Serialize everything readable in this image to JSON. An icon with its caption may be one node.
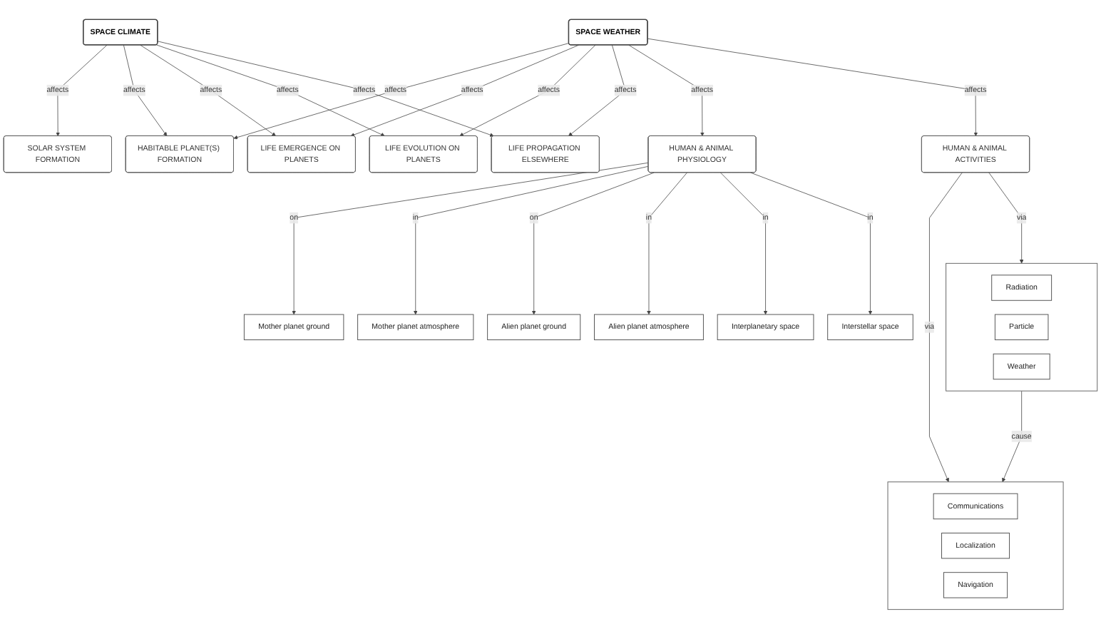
{
  "diagram": {
    "nodes": [
      {
        "text": [
          "SPACE CLIMATE"
        ]
      },
      {
        "text": [
          "SOLAR SYSTEM FORMATION"
        ]
      },
      {
        "text": [
          "HABITABLE PLANET(S) FORMATION"
        ]
      },
      {
        "text": [
          "LIFE EMERGENCE ON PLANETS"
        ]
      },
      {
        "text": [
          "LIFE EVOLUTION ON PLANETS"
        ]
      },
      {
        "text": [
          "LIFE PROPAGATION ELSEWHERE"
        ]
      },
      {
        "text": [
          "Mother planet ground"
        ]
      },
      {
        "text": [
          "Mother planet atmosphere"
        ]
      },
      {
        "text": [
          "Alien planet ground"
        ]
      },
      {
        "text": [
          "Alien planet atmosphere"
        ]
      },
      {
        "text": [
          "Interplanetary space"
        ]
      },
      {
        "text": [
          "Interstellar space"
        ]
      },
      {
        "text": [
          "SPACE WEATHER"
        ]
      },
      {
        "text": [
          "HUMAN & ANIMAL PHYSIOLOGY"
        ]
      },
      {
        "text": [
          "HUMAN & ANIMAL ACTIVITIES"
        ]
      },
      {
        "text": [],
        "shape": "box"
      },
      {
        "text": [
          "Communications"
        ],
        "in": 15
      },
      {
        "text": [
          "Localization"
        ],
        "in": 15
      },
      {
        "text": [
          "Navigation"
        ],
        "in": 15
      },
      {
        "text": [],
        "shape": "box"
      },
      {
        "text": [
          "Radiation"
        ],
        "in": 19
      },
      {
        "text": [
          "Particle"
        ],
        "in": 19
      },
      {
        "text": [
          "Weather"
        ],
        "in": 19
      }
    ],
    "edges": [
      {
        "from": 0,
        "to": 1,
        "arrow": "to",
        "label": "affects"
      },
      {
        "from": 0,
        "to": 2,
        "arrow": "to",
        "label": "affects"
      },
      {
        "from": 0,
        "to": 3,
        "arrow": "to",
        "label": "affects"
      },
      {
        "from": 0,
        "to": 4,
        "arrow": "to",
        "label": "affects"
      },
      {
        "from": 0,
        "to": 5,
        "arrow": "to",
        "label": "affects"
      },
      {
        "from": 12,
        "to": 2,
        "arrow": "to",
        "label": "affects"
      },
      {
        "from": 12,
        "to": 3,
        "arrow": "to",
        "label": "affects"
      },
      {
        "from": 12,
        "to": 4,
        "arrow": "to",
        "label": "affects"
      },
      {
        "from": 12,
        "to": 5,
        "arrow": "to",
        "label": "affects"
      },
      {
        "from": 12,
        "to": 13,
        "arrow": "to",
        "label": "affects"
      },
      {
        "from": 12,
        "to": 14,
        "arrow": "to",
        "label": "affects"
      },
      {
        "from": 13,
        "to": 6,
        "arrow": "to",
        "label": "on"
      },
      {
        "from": 13,
        "to": 7,
        "arrow": "to",
        "label": "in"
      },
      {
        "from": 13,
        "to": 8,
        "arrow": "to",
        "label": "on"
      },
      {
        "from": 13,
        "to": 9,
        "arrow": "to",
        "label": "in"
      },
      {
        "from": 13,
        "to": 10,
        "arrow": "to",
        "label": "in"
      },
      {
        "from": 13,
        "to": 11,
        "arrow": "to",
        "label": "in"
      },
      {
        "from": 14,
        "to": 15,
        "arrow": "to",
        "label": "via"
      },
      {
        "from": 14,
        "to": 19,
        "arrow": "to",
        "label": "via"
      },
      {
        "from": 19,
        "to": 15,
        "arrow": "to",
        "label": "cause"
      }
    ]
  }
}
